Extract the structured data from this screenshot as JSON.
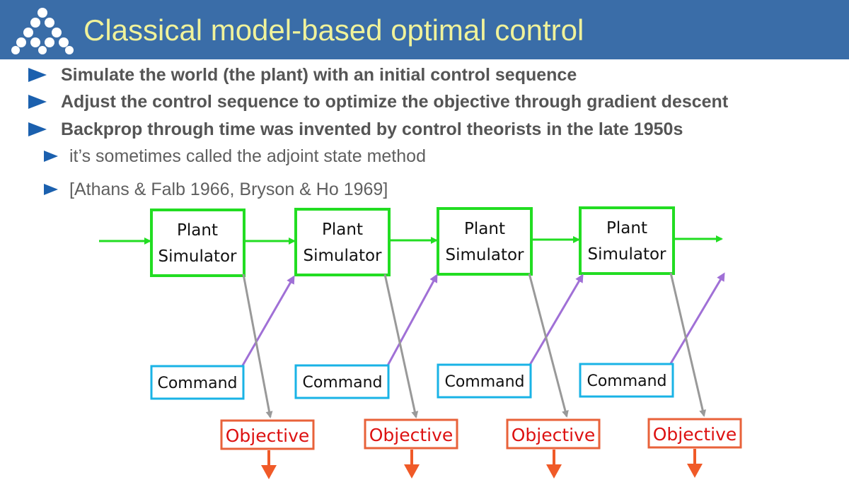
{
  "slide": {
    "title": "Classical model-based optimal control",
    "bullets": [
      "Simulate the world (the plant) with an initial control sequence",
      "Adjust the control sequence to optimize the objective through gradient descent",
      "Backprop through time was invented by control theorists in the late 1950s"
    ],
    "sub_bullets": [
      "it’s sometimes called the adjoint state method",
      "[Athans & Falb 1966, Bryson & Ho 1969]"
    ]
  },
  "diagram": {
    "plant_line1": "Plant",
    "plant_line2": "Simulator",
    "command": "Command",
    "objective": "Objective",
    "colors": {
      "plant": "#22dd22",
      "command": "#19b3e6",
      "objective_box": "#e8623a",
      "objective_text": "#dd1111",
      "state_arrow": "#999999",
      "command_arrow": "#a070d6",
      "objective_arrow": "#f05a28"
    }
  }
}
